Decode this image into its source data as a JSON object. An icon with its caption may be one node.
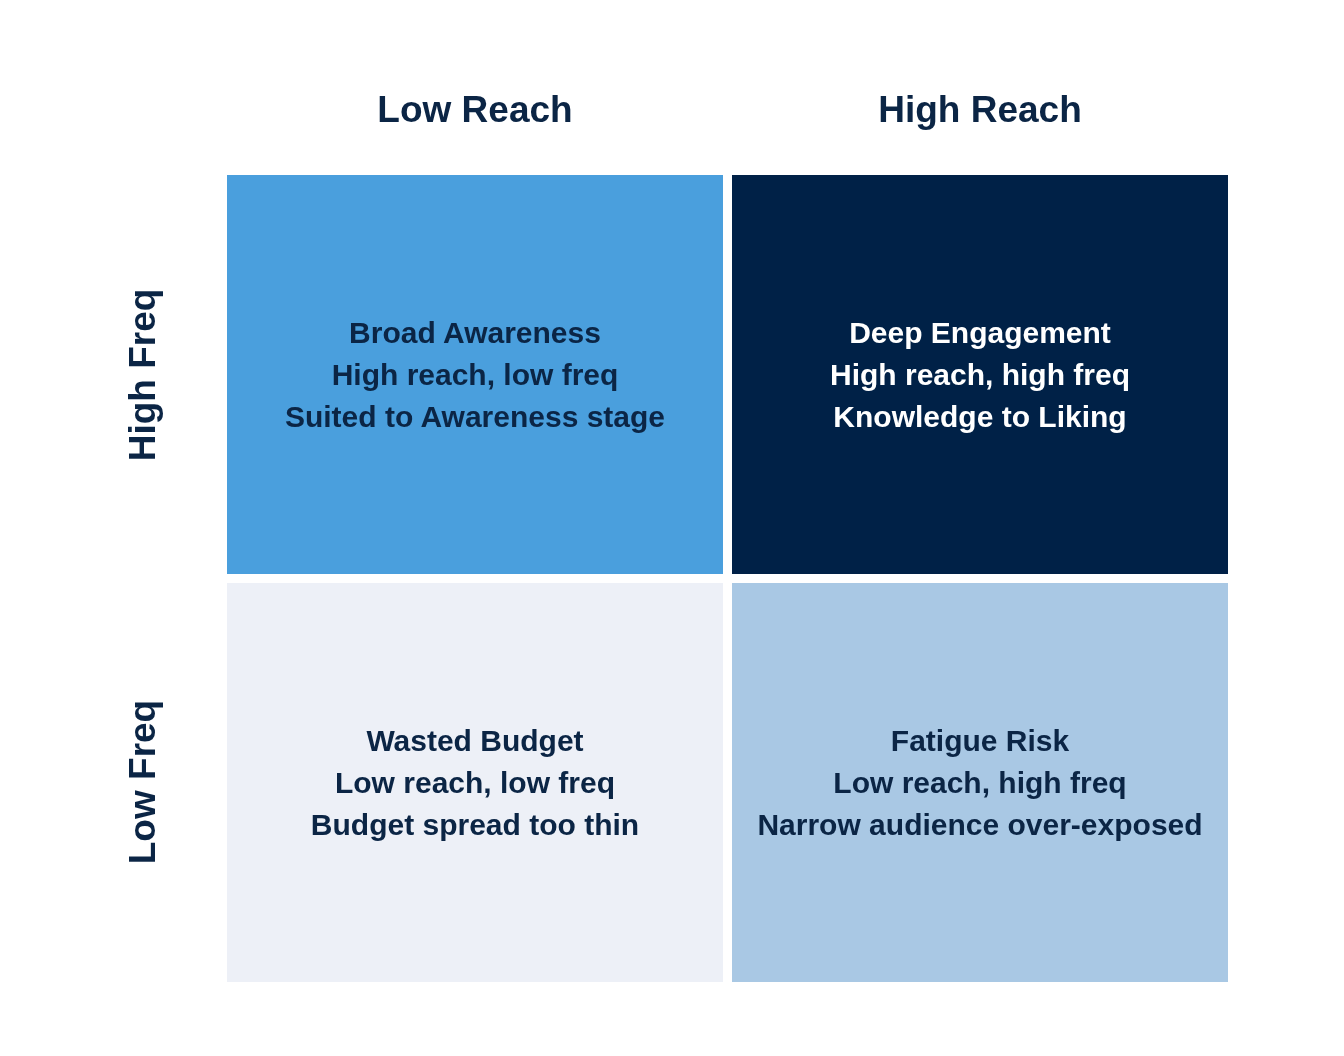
{
  "diagram": {
    "nodes": [
      {
        "text": [
          "Broad Awareness",
          "High reach, low freq",
          "Suited to Awareness stage"
        ]
      },
      {
        "text": [
          "Deep Engagement",
          "High reach, high freq",
          "Knowledge to Liking"
        ]
      },
      {
        "text": [
          "Wasted Budget",
          "Low reach, low freq",
          "Budget spread too thin"
        ]
      },
      {
        "text": [
          "Fatigue Risk",
          "Low reach, high freq",
          "Narrow audience over-exposed"
        ]
      }
    ],
    "labels": [
      "Low Reach",
      "High Reach",
      "High Freq",
      "Low Freq"
    ]
  }
}
